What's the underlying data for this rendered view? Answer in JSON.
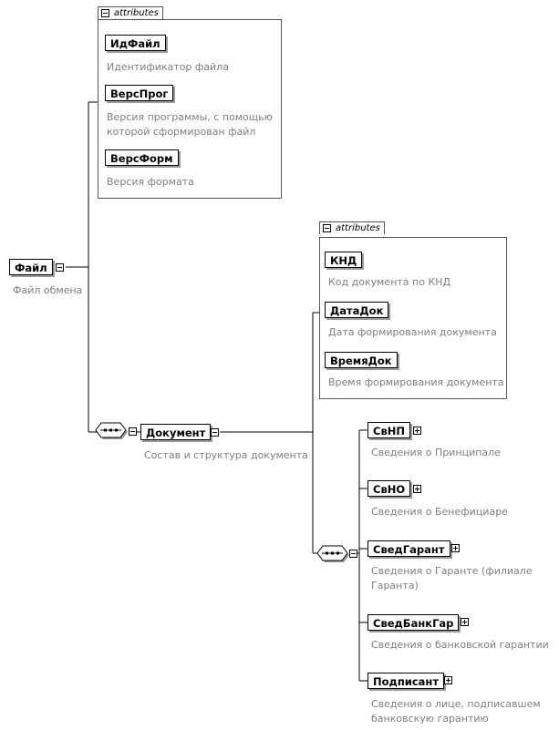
{
  "root": {
    "name": "Файл",
    "description": "Файл обмена"
  },
  "root_attributes": {
    "header": "attributes",
    "items": [
      {
        "name": "ИдФайл",
        "description": "Идентификатор файла"
      },
      {
        "name": "ВерсПрог",
        "description_lines": [
          "Версия программы, с помощью",
          "которой сформирован файл"
        ]
      },
      {
        "name": "ВерсФорм",
        "description": "Версия формата"
      }
    ]
  },
  "document": {
    "name": "Документ",
    "description": "Состав и структура документа"
  },
  "document_attributes": {
    "header": "attributes",
    "items": [
      {
        "name": "КНД",
        "description": "Код документа по КНД"
      },
      {
        "name": "ДатаДок",
        "description": "Дата формирования документа"
      },
      {
        "name": "ВремяДок",
        "description": "Время формирования документа"
      }
    ]
  },
  "children": [
    {
      "name": "СвНП",
      "description_lines": [
        "Сведения о Принципале"
      ]
    },
    {
      "name": "СвНО",
      "description_lines": [
        "Сведения о Бенефициаре"
      ]
    },
    {
      "name": "СведГарант",
      "description_lines": [
        "Сведения о Гаранте (филиале",
        "Гаранта)"
      ]
    },
    {
      "name": "СведБанкГар",
      "description_lines": [
        "Сведения о банковской гарантии"
      ]
    },
    {
      "name": "Подписант",
      "description_lines": [
        "Сведения о лице, подписавшем",
        "банковскую гарантию"
      ]
    }
  ]
}
